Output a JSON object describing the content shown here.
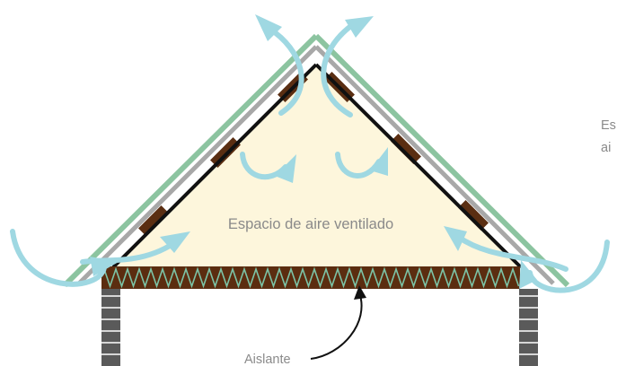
{
  "labels": {
    "ventilated_space": "Espacio de aire ventilado",
    "insulation": "Aislante",
    "edge_line1": "Es",
    "edge_line2": "ai"
  },
  "colors": {
    "roof_green": "#8cc4a0",
    "roof_grey": "#a8a8a8",
    "roof_white": "#ffffff",
    "rafter_black": "#111111",
    "purlin_brown": "#5a2e12",
    "attic_fill": "#fdf6dc",
    "airflow_blue": "#9fd8e2",
    "joist_brown": "#5b2d10",
    "insulation_green": "#7cc3a6",
    "wall_grey": "#5a5a5a",
    "wall_light": "#d6d6d6",
    "label_grey": "#8a8a8a"
  }
}
